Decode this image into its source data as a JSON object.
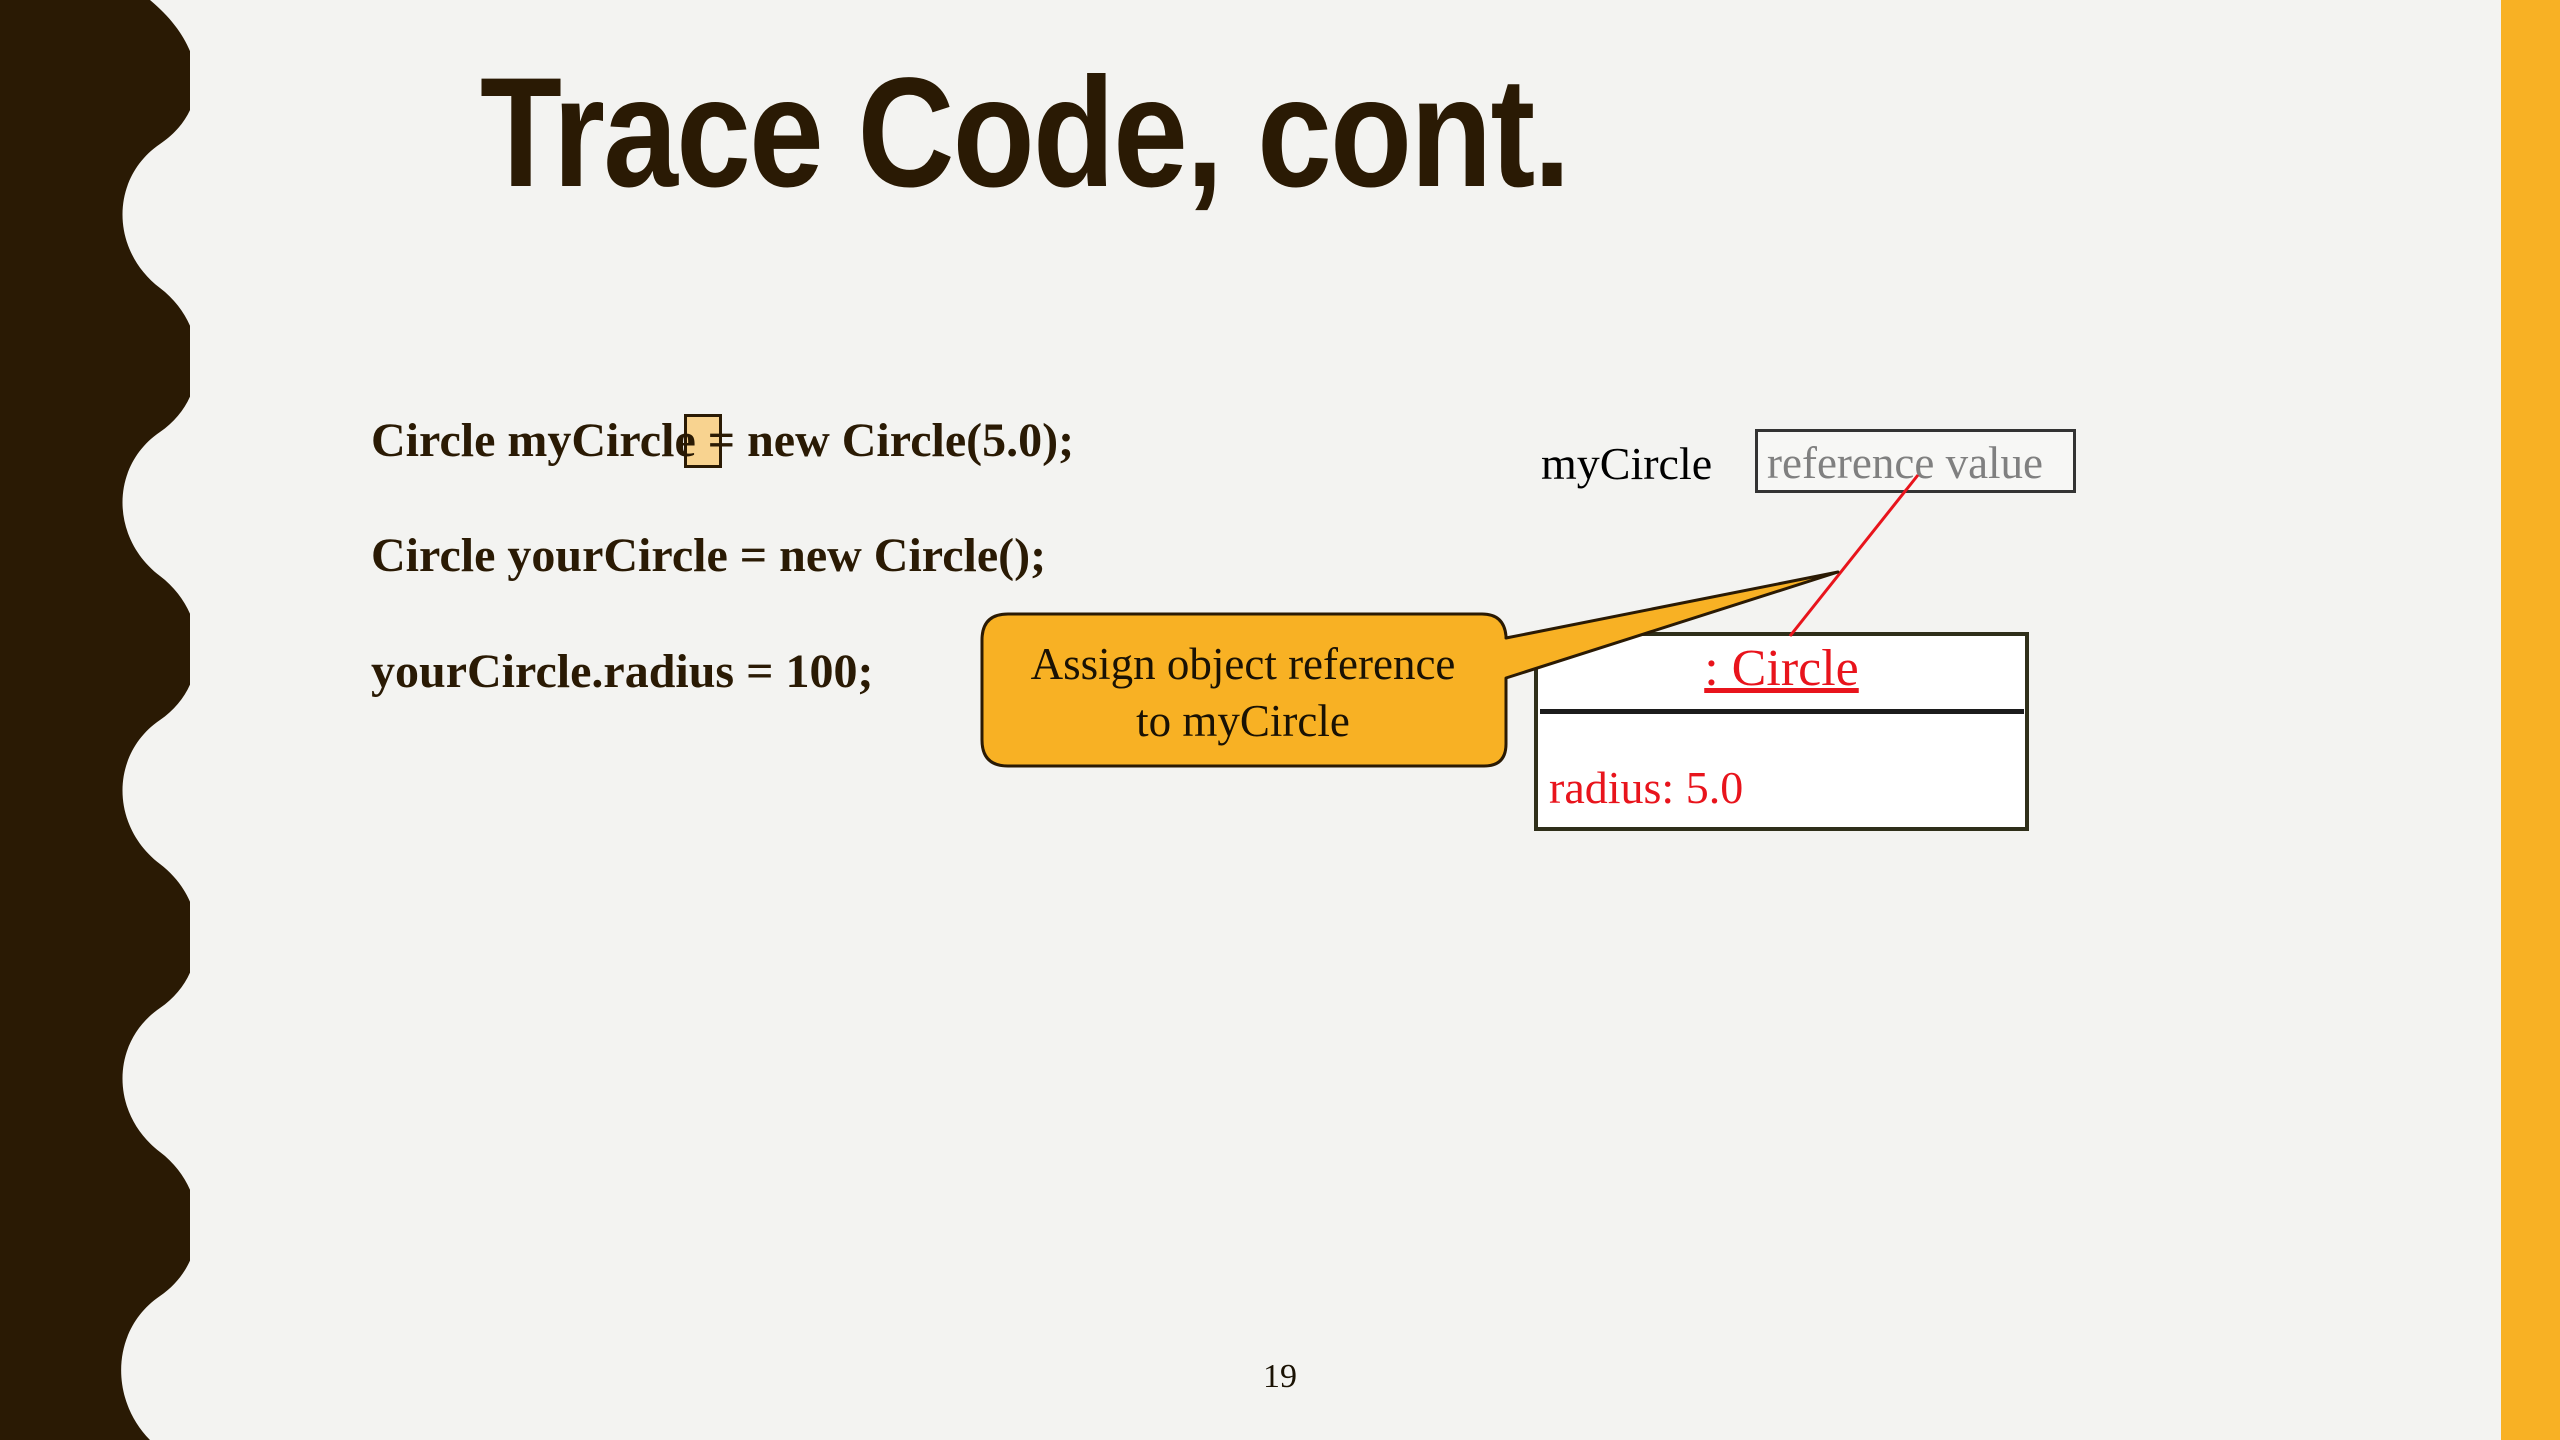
{
  "slide": {
    "title": "Trace Code, cont.",
    "code_lines": [
      "Circle myCircle = new Circle(5.0);",
      "Circle yourCircle = new Circle();",
      "yourCircle.radius = 100;"
    ],
    "page_number": "19"
  },
  "diagram": {
    "variable_name": "myCircle",
    "reference_label": "reference value",
    "object_name": ": Circle",
    "object_field": "radius: 5.0"
  },
  "callout": {
    "line1": "Assign object reference",
    "line2": "to myCircle"
  },
  "colors": {
    "background": "#f3f3f1",
    "left_border": "#2a1a04",
    "right_accent": "#f8b124",
    "title_text": "#2a1a04",
    "object_text": "#e8141c",
    "callout_fill": "#f8b124",
    "connector": "#e8141c"
  }
}
